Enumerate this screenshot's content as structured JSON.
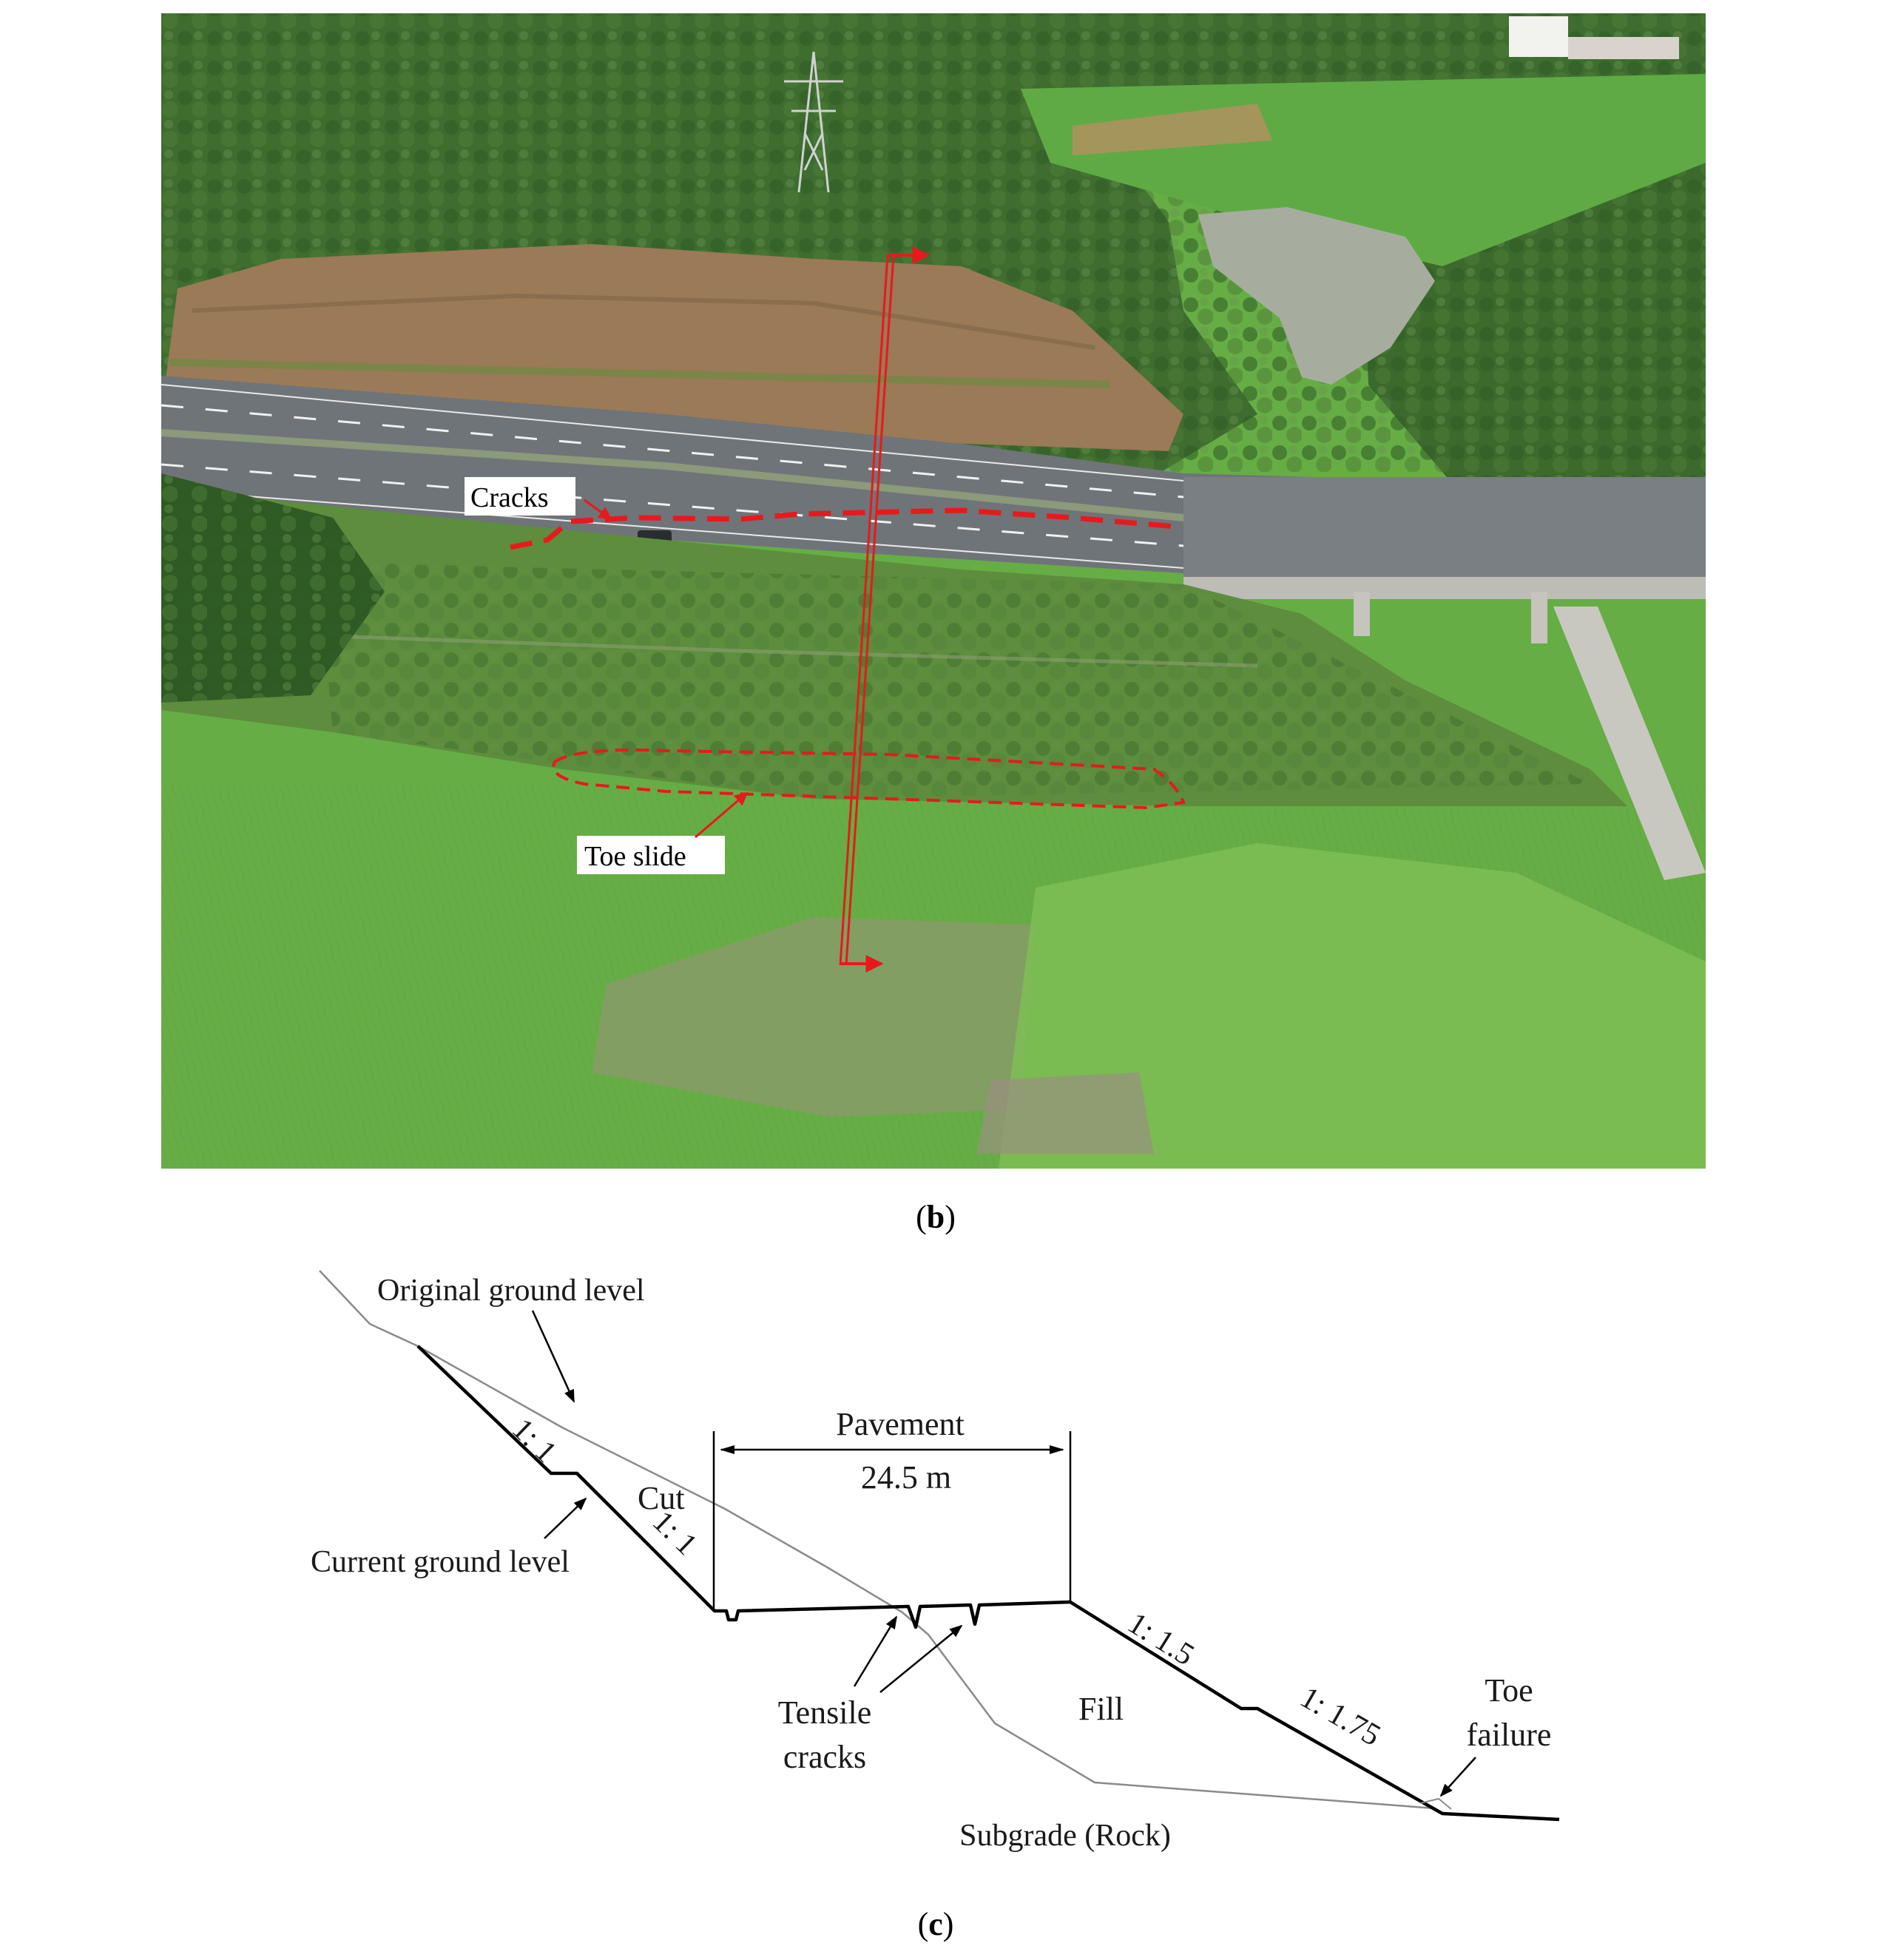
{
  "photo": {
    "labels": {
      "cracks": "Cracks",
      "toe_slide": "Toe slide"
    },
    "colors": {
      "marker": "#e8191c",
      "forest": "#3d6a2e",
      "paddy": "#6fb64a",
      "road": "#6f7478",
      "cut_soil": "#9a7a57",
      "pond": "#a8aea0"
    }
  },
  "panel_b_caption": {
    "open": "(",
    "letter": "b",
    "close": ")"
  },
  "diagram": {
    "labels": {
      "original_ground": "Original ground level",
      "current_ground": "Current ground level",
      "pavement": "Pavement",
      "width": "24.5 m",
      "cut": "Cut",
      "fill": "Fill",
      "slope_cut_upper": "1: 1",
      "slope_cut_lower": "1: 1",
      "slope_fill_upper": "1: 1.5",
      "slope_fill_lower": "1: 1.75",
      "tensile_1": "Tensile",
      "tensile_2": "cracks",
      "toe_1": "Toe",
      "toe_2": "failure",
      "subgrade": "Subgrade (Rock)"
    }
  },
  "panel_c_caption": {
    "open": "(",
    "letter": "c",
    "close": ")"
  }
}
